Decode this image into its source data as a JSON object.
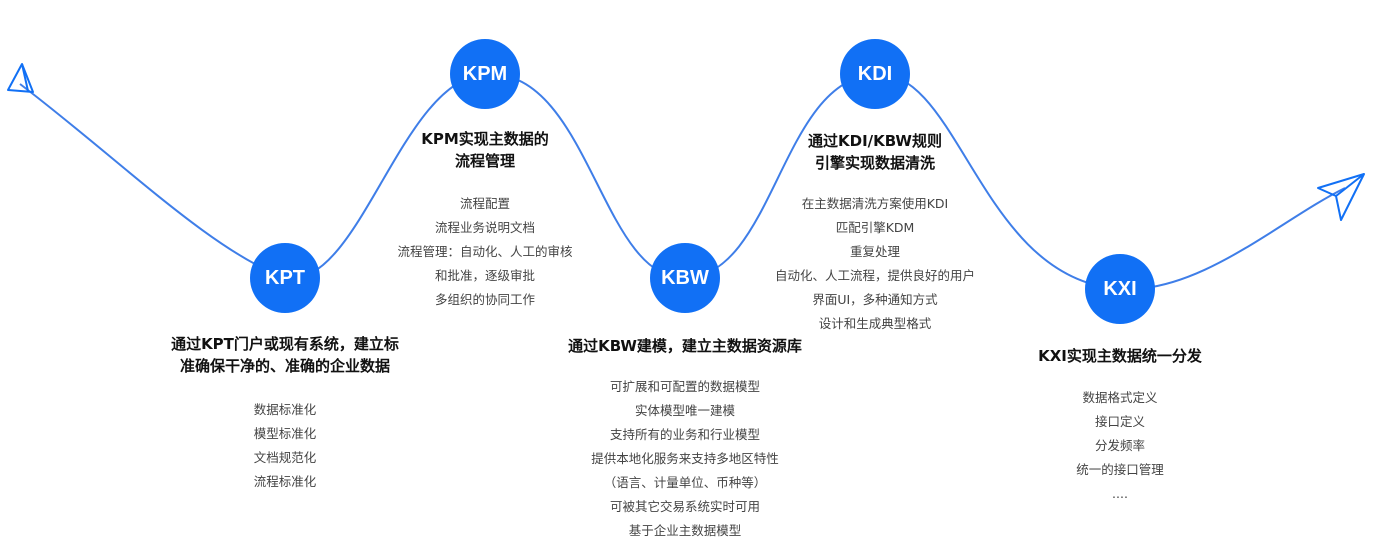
{
  "colors": {
    "accent": "#1170f5",
    "curve": "#3f7ee8"
  },
  "stages": [
    {
      "code": "KPT",
      "title": [
        "通过KPT门户或现有系统，建立标",
        "准确保干净的、准确的企业数据"
      ],
      "items": [
        "数据标准化",
        "模型标准化",
        "文档规范化",
        "流程标准化"
      ]
    },
    {
      "code": "KPM",
      "title": [
        "KPM实现主数据的",
        "流程管理"
      ],
      "items": [
        "流程配置",
        "流程业务说明文档",
        "流程管理：自动化、人工的审核",
        "和批准，逐级审批",
        "多组织的协同工作"
      ]
    },
    {
      "code": "KBW",
      "title": [
        "通过KBW建模，建立主数据资源库"
      ],
      "items": [
        "可扩展和可配置的数据模型",
        "实体模型唯一建模",
        "支持所有的业务和行业模型",
        "提供本地化服务来支持多地区特性",
        "（语言、计量单位、币种等）",
        "可被其它交易系统实时可用",
        "基于企业主数据模型"
      ]
    },
    {
      "code": "KDI",
      "title": [
        "通过KDI/KBW规则",
        "引擎实现数据清洗"
      ],
      "items": [
        "在主数据清洗方案使用KDI",
        "匹配引擎KDM",
        "重复处理",
        "自动化、人工流程，提供良好的用户",
        "界面UI，多种通知方式",
        "设计和生成典型格式"
      ]
    },
    {
      "code": "KXI",
      "title": [
        "KXI实现主数据统一分发"
      ],
      "items": [
        "数据格式定义",
        "接口定义",
        "分发频率",
        "统一的接口管理",
        "...."
      ]
    }
  ]
}
